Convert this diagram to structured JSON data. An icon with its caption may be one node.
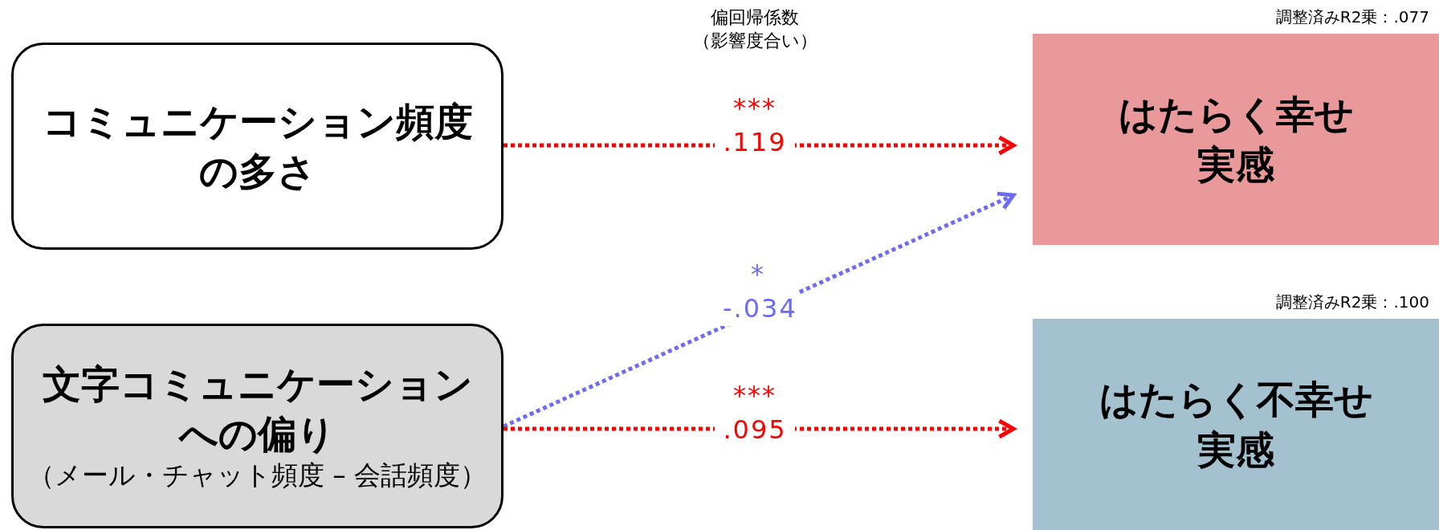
{
  "diagram": {
    "nodes": [
      {
        "text": [
          "コミュニケーション頻度の多さ"
        ]
      },
      {
        "text": [
          "文字コミュニケーションへの偏り",
          "（メール・チャット頻度 – 会話頻度）"
        ]
      },
      {
        "text": [
          "はたらく幸せ実感"
        ],
        "beside": [
          "調整済みR2乗：.077"
        ]
      },
      {
        "text": [
          "はたらく不幸せ実感"
        ],
        "beside": [
          "調整済みR2乗：.100"
        ]
      }
    ],
    "edges": [
      {
        "from": 0,
        "to": 2,
        "arrow": "to",
        "label": "*** .119"
      },
      {
        "from": 1,
        "to": 2,
        "arrow": "to",
        "label": "* -.034",
        "color": "#6b6bf5"
      },
      {
        "from": 1,
        "to": 3,
        "arrow": "to",
        "label": "*** .095"
      }
    ],
    "labels": [
      "偏回帰係数（影響度合い）"
    ]
  }
}
